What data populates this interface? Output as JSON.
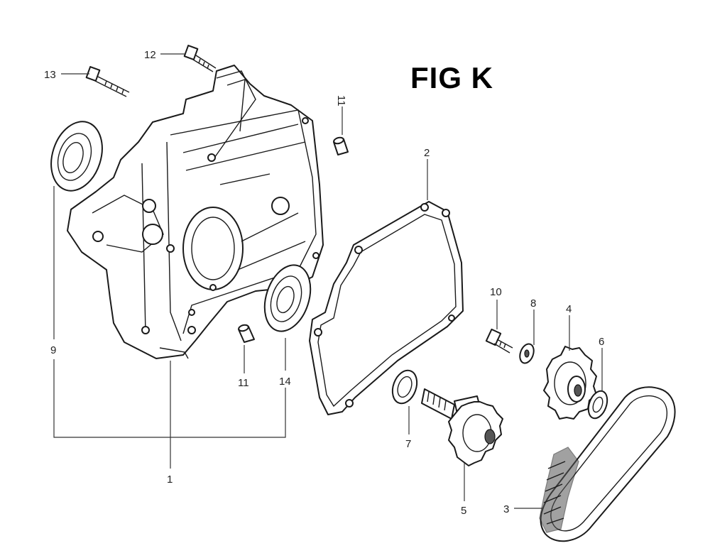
{
  "figure": {
    "title": "FIG K"
  },
  "callouts": [
    {
      "id": "c1",
      "label": "1"
    },
    {
      "id": "c2",
      "label": "2"
    },
    {
      "id": "c3",
      "label": "3"
    },
    {
      "id": "c4",
      "label": "4"
    },
    {
      "id": "c5",
      "label": "5"
    },
    {
      "id": "c6",
      "label": "6"
    },
    {
      "id": "c7",
      "label": "7"
    },
    {
      "id": "c8",
      "label": "8"
    },
    {
      "id": "c9",
      "label": "9"
    },
    {
      "id": "c10",
      "label": "10"
    },
    {
      "id": "c11a",
      "label": "11"
    },
    {
      "id": "c11b",
      "label": "11"
    },
    {
      "id": "c12",
      "label": "12"
    },
    {
      "id": "c13",
      "label": "13"
    },
    {
      "id": "c14",
      "label": "14"
    }
  ]
}
